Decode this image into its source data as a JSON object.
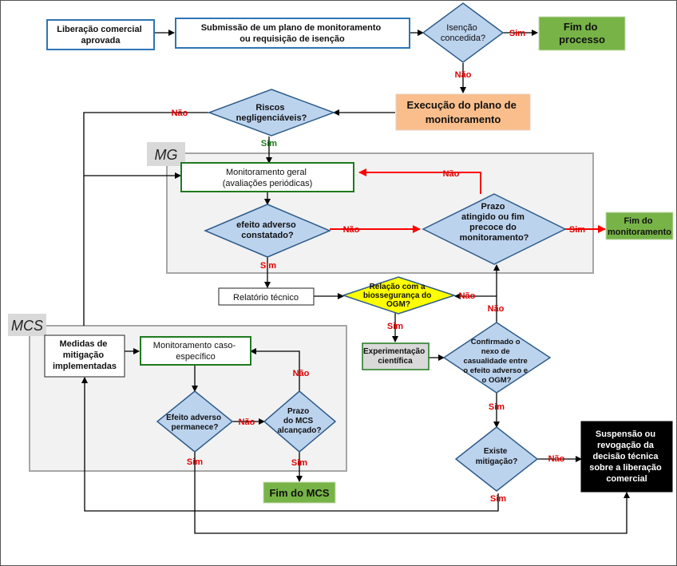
{
  "regions": {
    "mg_label": "MG",
    "mcs_label": "MCS"
  },
  "nodes": {
    "lib_aprovada": [
      "Liberação comercial",
      "aprovada"
    ],
    "submissao": [
      "Submissão de um plano de monitoramento",
      "ou requisição de isenção"
    ],
    "isencao": [
      "Isenção",
      "concedida?"
    ],
    "fim_processo": [
      "Fim do",
      "processo"
    ],
    "execucao": [
      "Execução do plano de",
      "monitoramento"
    ],
    "riscos": [
      "Riscos",
      "negligenciáveis?"
    ],
    "monit_geral": [
      "Monitoramento geral",
      "(avaliações periódicas)"
    ],
    "efeito_constatado": [
      "efeito adverso",
      "constatado?"
    ],
    "prazo_mg": [
      "Prazo",
      "atingido ou fim",
      "precoce do",
      "monitoramento?"
    ],
    "fim_monit": [
      "Fim do",
      "monitoramento"
    ],
    "relatorio": [
      "Relatório técnico"
    ],
    "relacao": [
      "Relação com a",
      "biossegurança do",
      "OGM?"
    ],
    "experimentacao": [
      "Experimentação",
      "científica"
    ],
    "confirmado": [
      "Confirmado o",
      "nexo de",
      "casualidade entre",
      "o efeito adverso e",
      "o OGM?"
    ],
    "medidas": [
      "Medidas de",
      "mitigação",
      "implementadas"
    ],
    "monit_caso": [
      "Monitoramento caso-",
      "específico"
    ],
    "efeito_permanece": [
      "Efeito adverso",
      "permanece?"
    ],
    "prazo_mcs": [
      "Prazo",
      "do MCS",
      "alcançado?"
    ],
    "fim_mcs": [
      "Fim do MCS"
    ],
    "existe_mitigacao": [
      "Existe",
      "mitigação?"
    ],
    "suspensao": [
      "Suspensão ou",
      "revogação da",
      "decisão técnica",
      "sobre a  liberação",
      "comercial"
    ]
  },
  "edge_labels": {
    "sim": "Sim",
    "nao": "Não"
  },
  "colors": {
    "diamond_fill": "#bcd3ee",
    "diamond_stroke": "#2e5c8a",
    "box_blue_stroke": "#2e75b6",
    "box_green_stroke": "#1e7b1e",
    "green_fill": "#77b347",
    "orange_fill": "#f9be8c",
    "yellow_fill": "#ffff00",
    "gray_fill": "#d9d9d9",
    "region_fill": "#f2f2f2",
    "red_arrow": "#ff0000",
    "black": "#000000"
  }
}
